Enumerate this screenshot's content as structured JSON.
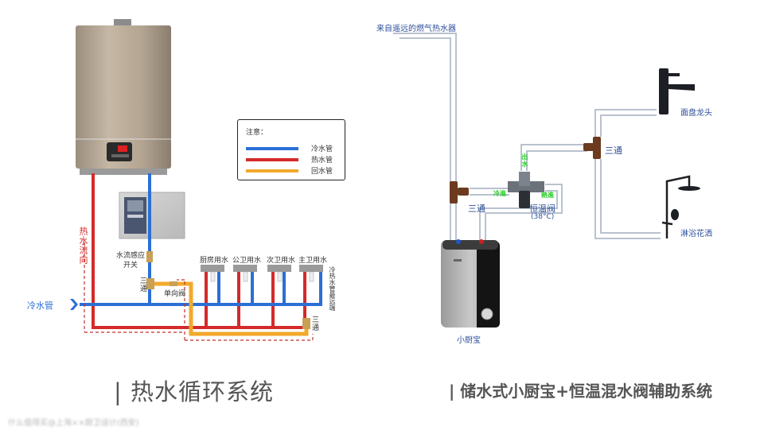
{
  "left_diagram": {
    "title": "| 热水循环系统",
    "legend": {
      "header": "注意：",
      "items": [
        {
          "label": "冷水管",
          "color": "#2b6fd6"
        },
        {
          "label": "热水管",
          "color": "#d42a2a"
        },
        {
          "label": "回水管",
          "color": "#f2a92b"
        }
      ]
    },
    "hot_flow_label": "热水流向",
    "cold_pipe_label": "冷水管",
    "flow_switch_label": "水流感应开关",
    "tee_label_left": "三通",
    "check_valve_label": "单向阀",
    "tee_label_right": "三通",
    "far_end_label": "冷热水管最远端",
    "fixtures": [
      "厨房用水",
      "公卫用水",
      "次卫用水",
      "主卫用水"
    ]
  },
  "right_diagram": {
    "title": "| 储水式小厨宝+恒温混水阀辅助系统",
    "source_label": "来自遥远的燃气热水器",
    "tee_label_left": "三通",
    "valve_label": "恒温阀",
    "valve_temp": "(38°C)",
    "cold_in_label": "冷進",
    "hot_in_label": "熱進",
    "outlet_label": "出水",
    "tee_label_right": "三通",
    "faucet_label": "面盘龙头",
    "shower_label": "淋浴花洒",
    "heater_label": "小厨宝"
  },
  "watermark": "什么值得买@上海××厨卫设计(西安)"
}
